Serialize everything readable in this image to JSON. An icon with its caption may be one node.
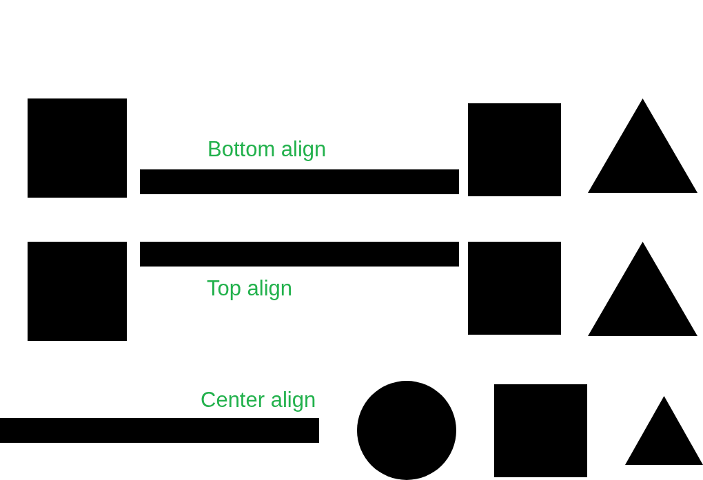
{
  "diagram": {
    "nodes": [
      {
        "text": [],
        "shape": "box"
      },
      {
        "text": [],
        "shape": "bar"
      },
      {
        "text": [],
        "shape": "box"
      },
      {
        "text": [],
        "shape": "triangle"
      },
      {
        "text": [],
        "shape": "box"
      },
      {
        "text": [],
        "shape": "bar"
      },
      {
        "text": [],
        "shape": "box"
      },
      {
        "text": [],
        "shape": "triangle"
      },
      {
        "text": [],
        "shape": "bar"
      },
      {
        "text": [],
        "shape": "circle"
      },
      {
        "text": [],
        "shape": "box"
      },
      {
        "text": [],
        "shape": "triangle"
      }
    ],
    "labels": [
      "Bottom align",
      "Top align",
      "Center align"
    ]
  }
}
